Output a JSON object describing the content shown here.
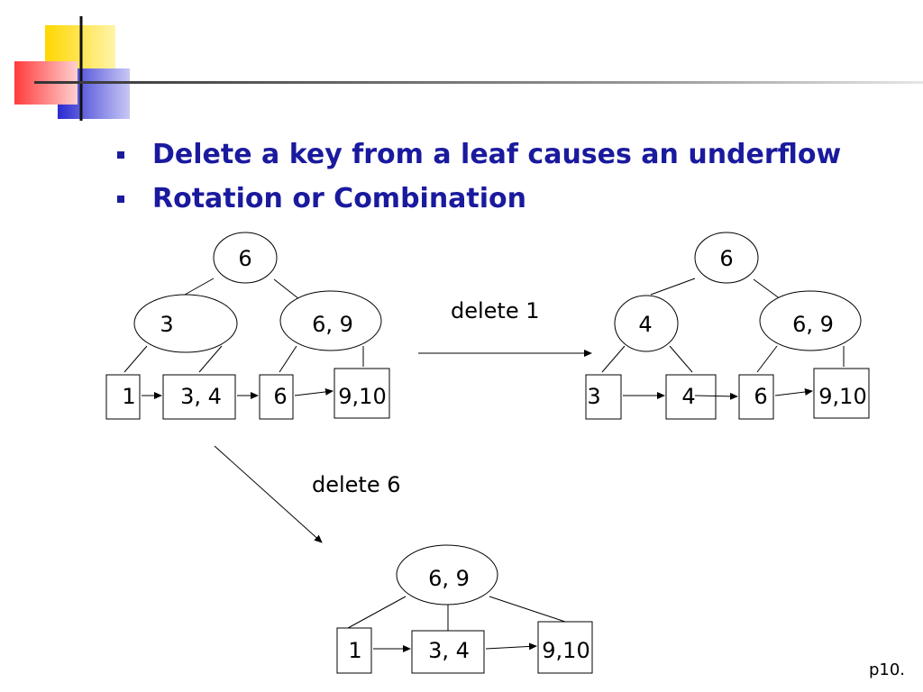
{
  "bullets": [
    "Delete a key from a leaf causes an underflow",
    "Rotation or Combination"
  ],
  "trees": {
    "before": {
      "root": "6",
      "internal_left": "3",
      "internal_right": "6, 9",
      "leaves": [
        "1",
        "3, 4",
        "6",
        "9,10"
      ]
    },
    "after_delete_1": {
      "root": "6",
      "internal_left": "4",
      "internal_right": "6, 9",
      "leaves": [
        "3",
        "4",
        "6",
        "9,10"
      ]
    },
    "after_delete_6": {
      "root": "6, 9",
      "leaves": [
        "1",
        "3, 4",
        "9,10"
      ]
    }
  },
  "arrows": {
    "delete_1_label": "delete 1",
    "delete_6_label": "delete 6"
  },
  "page_number": "p10.",
  "colors": {
    "bullet_text": "#1a1a9e",
    "logo_yellow": "#ffd700",
    "logo_red": "#ff5555",
    "logo_blue": "#3333cc"
  }
}
